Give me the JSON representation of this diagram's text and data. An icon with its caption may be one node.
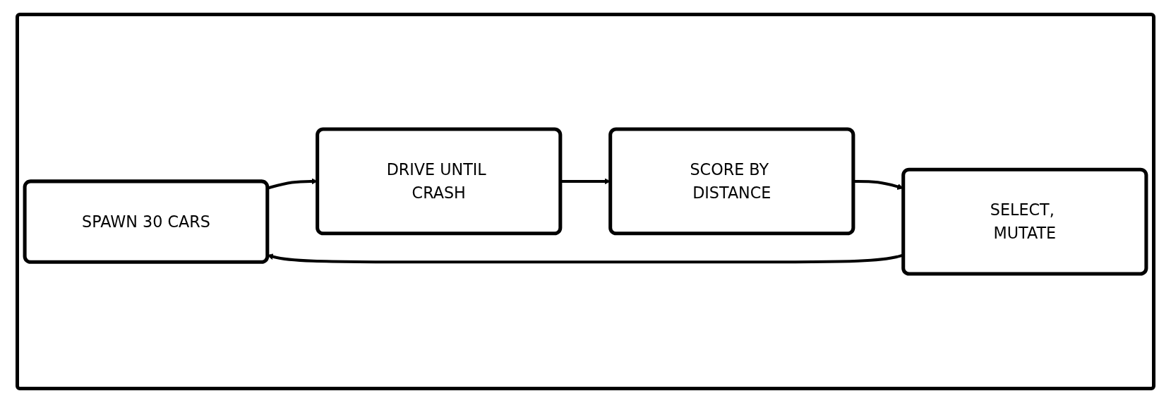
{
  "diagram": {
    "nodes": [
      {
        "text": [
          "SPAWN 30 CARS"
        ]
      },
      {
        "text": [
          "DRIVE UNTIL CRASH"
        ]
      },
      {
        "text": [
          "SCORE BY DISTANCE"
        ]
      },
      {
        "text": [
          "SELECT, MUTATE"
        ]
      }
    ],
    "edges": [
      {
        "from": 0,
        "to": 1,
        "arrow": "to"
      },
      {
        "from": 1,
        "to": 2,
        "arrow": "to"
      },
      {
        "from": 2,
        "to": 3,
        "arrow": "to"
      },
      {
        "from": 3,
        "to": 0,
        "arrow": "to"
      }
    ]
  }
}
